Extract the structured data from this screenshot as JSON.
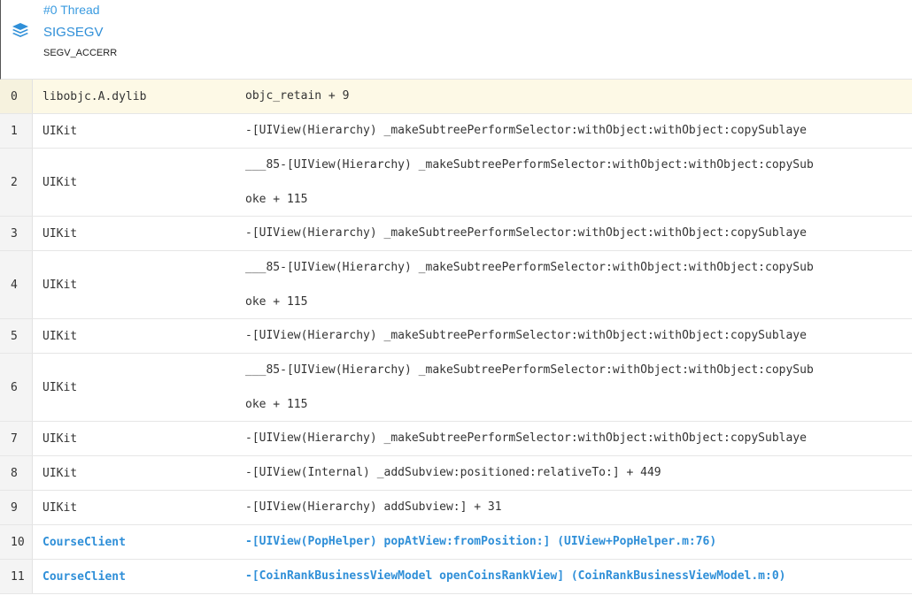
{
  "header": {
    "thread": "#0 Thread",
    "signal": "SIGSEGV",
    "code": "SEGV_ACCERR",
    "icon": "layers-icon",
    "accent": "#2f8fd8"
  },
  "colors": {
    "highlight_row": "#fdf9e6",
    "app_frame": "#2f8fd8"
  },
  "frames": [
    {
      "index": "0",
      "library": "libobjc.A.dylib",
      "lines": [
        "objc_retain + 9"
      ]
    },
    {
      "index": "1",
      "library": "UIKit",
      "lines": [
        "-[UIView(Hierarchy) _makeSubtreePerformSelector:withObject:withObject:copySublaye"
      ]
    },
    {
      "index": "2",
      "library": "UIKit",
      "lines": [
        "___85-[UIView(Hierarchy) _makeSubtreePerformSelector:withObject:withObject:copySub",
        "oke + 115"
      ]
    },
    {
      "index": "3",
      "library": "UIKit",
      "lines": [
        "-[UIView(Hierarchy) _makeSubtreePerformSelector:withObject:withObject:copySublaye"
      ]
    },
    {
      "index": "4",
      "library": "UIKit",
      "lines": [
        "___85-[UIView(Hierarchy) _makeSubtreePerformSelector:withObject:withObject:copySub",
        "oke + 115"
      ]
    },
    {
      "index": "5",
      "library": "UIKit",
      "lines": [
        "-[UIView(Hierarchy) _makeSubtreePerformSelector:withObject:withObject:copySublaye"
      ]
    },
    {
      "index": "6",
      "library": "UIKit",
      "lines": [
        "___85-[UIView(Hierarchy) _makeSubtreePerformSelector:withObject:withObject:copySub",
        "oke + 115"
      ]
    },
    {
      "index": "7",
      "library": "UIKit",
      "lines": [
        "-[UIView(Hierarchy) _makeSubtreePerformSelector:withObject:withObject:copySublaye"
      ]
    },
    {
      "index": "8",
      "library": "UIKit",
      "lines": [
        "-[UIView(Internal) _addSubview:positioned:relativeTo:] + 449"
      ]
    },
    {
      "index": "9",
      "library": "UIKit",
      "lines": [
        "-[UIView(Hierarchy) addSubview:] + 31"
      ]
    },
    {
      "index": "10",
      "library": "CourseClient",
      "lines": [
        "-[UIView(PopHelper) popAtView:fromPosition:] (UIView+PopHelper.m:76)"
      ]
    },
    {
      "index": "11",
      "library": "CourseClient",
      "lines": [
        "-[CoinRankBusinessViewModel openCoinsRankView] (CoinRankBusinessViewModel.m:0)"
      ]
    }
  ]
}
